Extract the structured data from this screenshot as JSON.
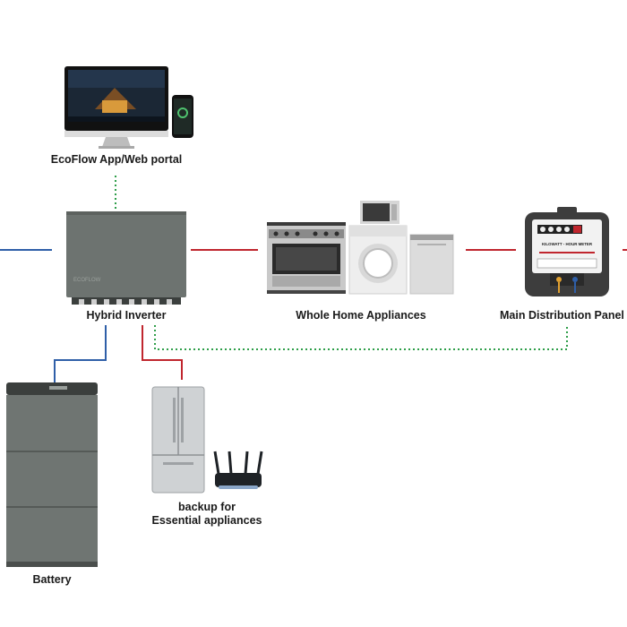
{
  "nodes": {
    "app": {
      "label": "EcoFlow App/Web portal"
    },
    "inverter": {
      "label": "Hybrid Inverter",
      "brand": "ECOFLOW"
    },
    "appliances": {
      "label": "Whole Home Appliances"
    },
    "panel": {
      "label": "Main Distribution Panel",
      "meter_title": "KILOWATT - HOUR METER"
    },
    "battery": {
      "label": "Battery"
    },
    "essential": {
      "line1": "backup for",
      "line2": "Essential appliances"
    }
  },
  "colors": {
    "ac_line": "#c0262e",
    "dc_line": "#2f5fa8",
    "data_line": "#2e9e49",
    "device_gray": "#6d7370"
  }
}
